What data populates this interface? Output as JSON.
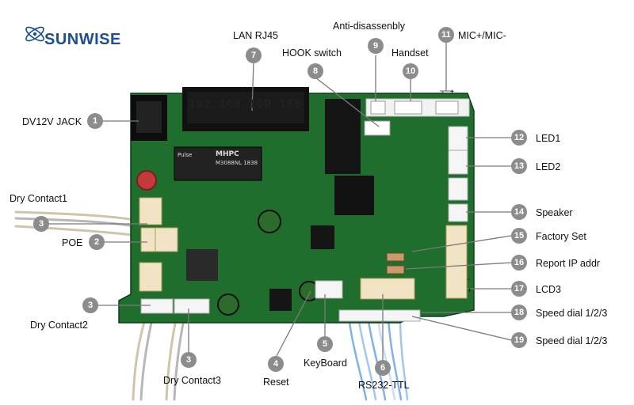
{
  "brand": {
    "name": "SUNWISE"
  },
  "board": {
    "ip_sticker": "192.168.100.155",
    "magnetics_brand": "Pulse",
    "magnetics_model": "MHPC",
    "magnetics_part": "M3088NL 1838"
  },
  "callouts": [
    {
      "num": "1",
      "label": "DV12V JACK"
    },
    {
      "num": "2",
      "label": "POE"
    },
    {
      "num": "3",
      "label": "Dry Contact1"
    },
    {
      "num": "3",
      "label": "Dry Contact2"
    },
    {
      "num": "3",
      "label": "Dry Contact3"
    },
    {
      "num": "4",
      "label": "Reset"
    },
    {
      "num": "5",
      "label": "KeyBoard"
    },
    {
      "num": "6",
      "label": "RS232-TTL"
    },
    {
      "num": "7",
      "label": "LAN RJ45"
    },
    {
      "num": "8",
      "label": "HOOK switch"
    },
    {
      "num": "9",
      "label": "Anti-disassenbly"
    },
    {
      "num": "10",
      "label": "Handset"
    },
    {
      "num": "11",
      "label": "MIC+/MIC-"
    },
    {
      "num": "12",
      "label": "LED1"
    },
    {
      "num": "13",
      "label": "LED2"
    },
    {
      "num": "14",
      "label": "Speaker"
    },
    {
      "num": "15",
      "label": "Factory Set"
    },
    {
      "num": "16",
      "label": "Report IP addr"
    },
    {
      "num": "17",
      "label": "LCD3"
    },
    {
      "num": "18",
      "label": "Speed dial 1/2/3"
    },
    {
      "num": "19",
      "label": "Speed dial 1/2/3"
    }
  ],
  "polarity": {
    "minus": "-",
    "plus": "+"
  },
  "colors": {
    "pcb": "#1f6e2e",
    "pcb_dark": "#175424",
    "callout": "#8c8c8c",
    "logo": "#1d4f91"
  }
}
